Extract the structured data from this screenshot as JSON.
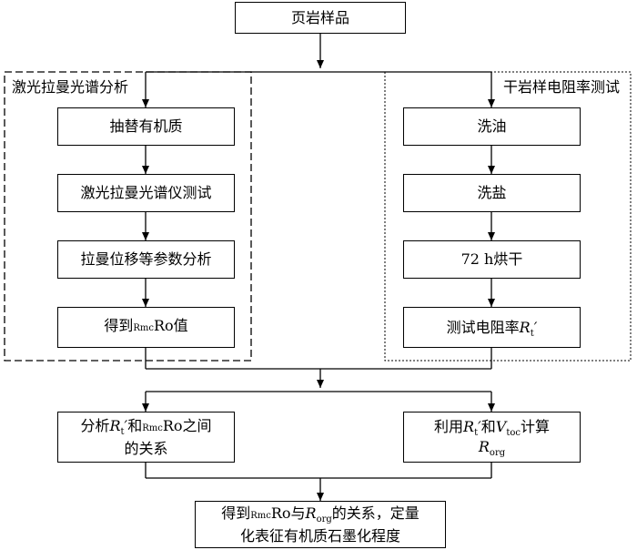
{
  "top": {
    "label": "页岩样品"
  },
  "left_group": {
    "title": "激光拉曼光谱分析",
    "steps": [
      "抽替有机质",
      "激光拉曼光谱仪测试",
      "拉曼位移等参数分析"
    ],
    "result": {
      "prefix": "得到",
      "rmc": "Rmc",
      "ro": "Ro",
      "suffix": "值"
    }
  },
  "right_group": {
    "title": "干岩样电阻率测试",
    "steps": [
      "洗油",
      "洗盐",
      "72 h烘干"
    ],
    "result": {
      "prefix": "测试电阻率",
      "var": "R",
      "sub": "t",
      "prime": "′"
    }
  },
  "analysis_left": {
    "p1": "分析",
    "var": "R",
    "sub": "t",
    "prime": "′",
    "p2": "和",
    "rmc": "Rmc",
    "ro": "Ro",
    "p3": "之间",
    "line2": "的关系"
  },
  "analysis_right": {
    "p1": "利用",
    "var1": "R",
    "sub1": "t",
    "prime": "′",
    "p2": "和",
    "var2": "V",
    "sub2": "toc",
    "p3": "计算",
    "var3": "R",
    "sub3": "org"
  },
  "final": {
    "p1": "得到",
    "rmc": "Rmc",
    "ro": "Ro",
    "p2": "与",
    "var": "R",
    "sub": "org",
    "p3": "的关系，定量",
    "line2": "化表征有机质石墨化程度"
  },
  "colors": {
    "line": "#000000",
    "background": "#ffffff"
  }
}
